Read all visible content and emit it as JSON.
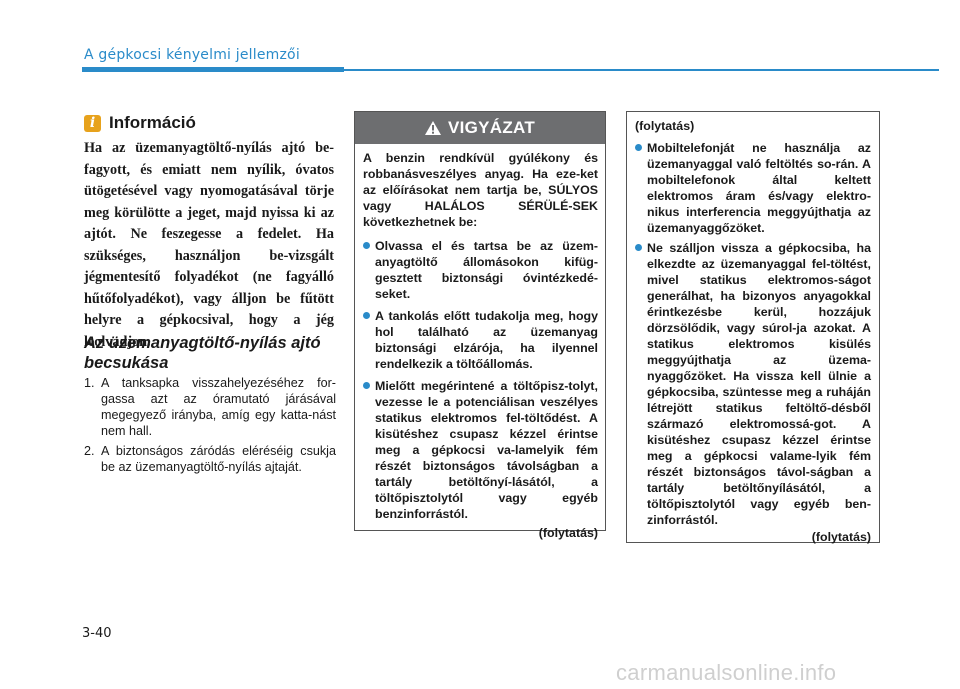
{
  "header": {
    "title": "A gépkocsi kényelmi jellemzői"
  },
  "info": {
    "icon_label": "i",
    "title": "Információ",
    "body": "Ha az üzemanyagtöltő-nyílás ajtó be-fagyott, és emiatt nem nyílik, óvatos ütögetésével vagy nyomogatásával törje meg körülötte a jeget, majd nyissa ki az ajtót. Ne feszegesse a fedelet. Ha szükséges, használjon be-vizsgált jégmentesítő folyadékot (ne fagyálló hűtőfolyadékot), vagy álljon be fűtött helyre a gépkocsival, hogy a jég leolvadjon."
  },
  "section": {
    "title": "Az üzemanyagtöltő-nyílás ajtó becsukása",
    "steps": [
      {
        "num": "1.",
        "text": "A tanksapka visszahelyezéséhez for-gassa azt az óramutató járásával megegyező irányba, amíg egy katta-nást nem hall."
      },
      {
        "num": "2.",
        "text": "A biztonságos záródás eléréséig csukja be az üzemanyagtöltő-nyílás ajtaját."
      }
    ]
  },
  "warning": {
    "header": "VIGYÁZAT",
    "intro": "A benzin rendkívül gyúlékony és robbanásveszélyes anyag. Ha eze-ket az előírásokat nem tartja be, SÚLYOS vagy HALÁLOS SÉRÜLÉ-SEK következhetnek be:",
    "bullets": [
      "Olvassa el és tartsa be az üzem-anyagtöltő állomásokon kifüg-gesztett biztonsági óvintézkedé-seket.",
      "A tankolás előtt tudakolja meg, hogy hol található az üzemanyag biztonsági elzárója, ha ilyennel rendelkezik a töltőállomás.",
      "Mielőtt megérintené a töltőpisz-tolyt, vezesse le a potenciálisan veszélyes statikus elektromos fel-töltődést. A kisütéshez csupasz kézzel érintse meg a gépkocsi va-lamelyik fém részét biztonságos távolságban a tartály betöltőnyí-lásától, a töltőpisztolytól vagy egyéb benzinforrástól."
    ],
    "continued": "(folytatás)"
  },
  "continuation": {
    "heading": "(folytatás)",
    "bullets": [
      "Mobiltelefonját ne használja az üzemanyaggal való feltöltés so-rán. A mobiltelefonok által keltett elektromos áram és/vagy elektro-nikus interferencia meggyújthatja az üzemanyaggőzöket.",
      "Ne szálljon vissza a gépkocsiba, ha elkezdte az üzemanyaggal fel-töltést, mivel statikus elektromos-ságot generálhat, ha bizonyos anyagokkal érintkezésbe kerül, hozzájuk dörzsölődik, vagy súrol-ja azokat. A statikus elektromos kisülés meggyújthatja az üzema-nyaggőzöket. Ha vissza kell ülnie a gépkocsiba, szüntesse meg a ruháján létrejött statikus feltöltő-désből származó elektromossá-got. A kisütéshez csupasz kézzel érintse meg a gépkocsi valame-lyik fém részét biztonságos távol-ságban a tartály betöltőnyílásától, a töltőpisztolytól vagy egyéb ben-zinforrástól."
    ],
    "continued": "(folytatás)"
  },
  "page_number": "3-40",
  "watermark": "carmanualsonline.info",
  "colors": {
    "accent": "#2a8bc9",
    "warning_header": "#6d6e70",
    "info_icon": "#e7a21c"
  }
}
